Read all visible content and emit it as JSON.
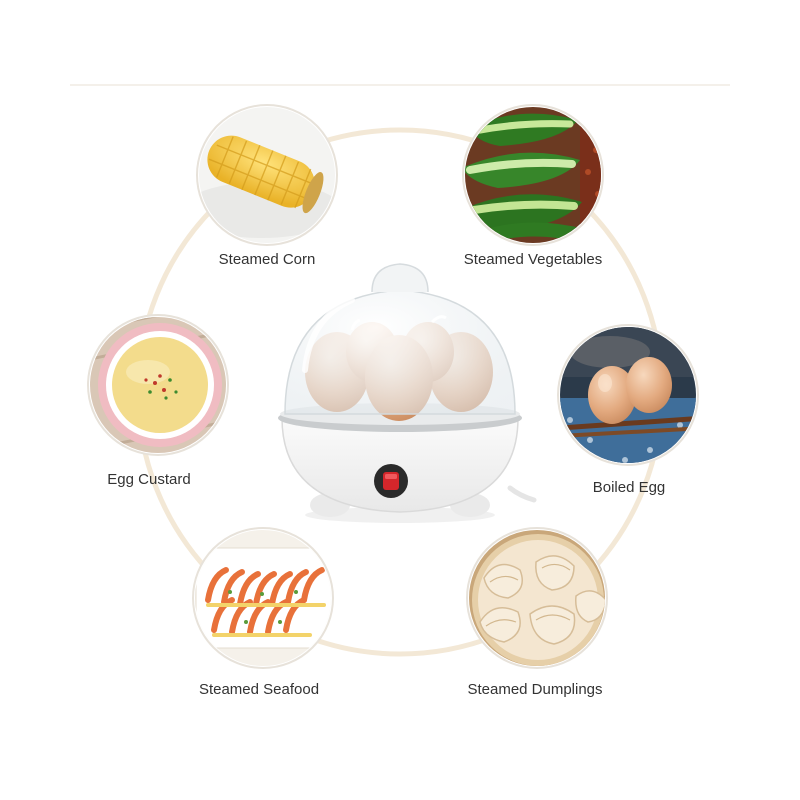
{
  "items": [
    {
      "label": "Steamed Corn"
    },
    {
      "label": "Steamed Vegetables"
    },
    {
      "label": "Egg Custard"
    },
    {
      "label": "Boiled Egg"
    },
    {
      "label": "Steamed Seafood"
    },
    {
      "label": "Steamed Dumplings"
    }
  ]
}
